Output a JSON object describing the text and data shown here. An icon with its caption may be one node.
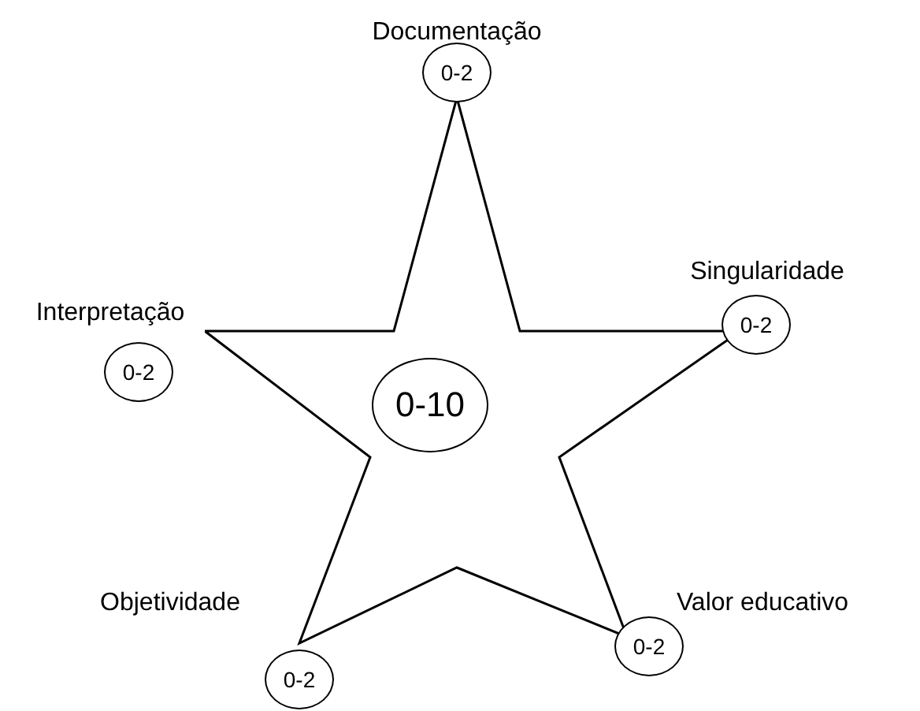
{
  "diagram": {
    "nodes": [
      {
        "text": [],
        "shape": "star"
      },
      {
        "text": [
          "0-10"
        ],
        "in": 0
      },
      {
        "text": [
          "Documentação",
          "0-2"
        ]
      },
      {
        "text": [
          "Interpretação",
          "0-2"
        ]
      },
      {
        "text": [
          "Singularidade",
          "0-2"
        ]
      },
      {
        "text": [
          "Objetividade",
          "0-2"
        ]
      },
      {
        "text": [
          "Valor educativo",
          "0-2"
        ]
      }
    ],
    "edges": []
  }
}
